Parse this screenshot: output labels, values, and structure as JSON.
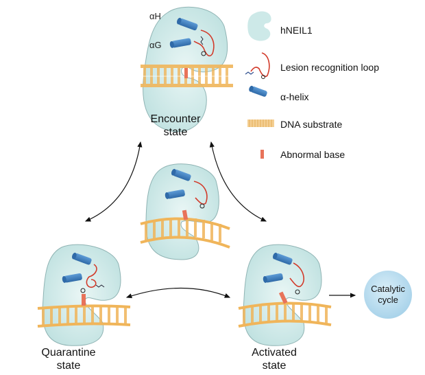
{
  "figure": {
    "states": {
      "encounter": {
        "line1": "Encounter",
        "line2": "state",
        "helix_labels": [
          "αH",
          "αG"
        ]
      },
      "intermediate": {
        "label": ""
      },
      "quarantine": {
        "line1": "Quarantine",
        "line2": "state"
      },
      "activated": {
        "line1": "Activated",
        "line2": "state"
      }
    },
    "catalytic": {
      "line1": "Catalytic",
      "line2": "cycle"
    },
    "legend": [
      {
        "icon": "protein-shape-icon",
        "label": "hNEIL1"
      },
      {
        "icon": "loop-icon",
        "label": "Lesion recognition loop"
      },
      {
        "icon": "helix-cylinder-icon",
        "label": "α-helix"
      },
      {
        "icon": "dna-ladder-icon",
        "label": "DNA substrate"
      },
      {
        "icon": "abnormal-base-icon",
        "label": "Abnormal base"
      }
    ],
    "colors": {
      "protein_fill": "#cde9e8",
      "protein_stroke": "#8fb3b3",
      "helix": "#3f7fc0",
      "loop": "#d23a2a",
      "dna": "#f0b55a",
      "abnormal_base": "#e8735a",
      "catalytic_fill": "#bfe0ef"
    }
  }
}
